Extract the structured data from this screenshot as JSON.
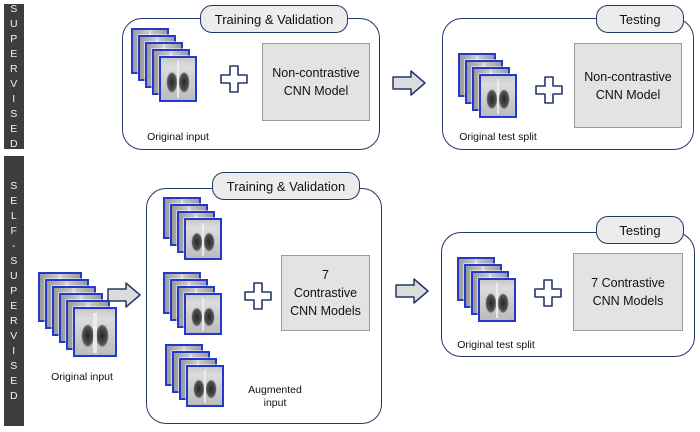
{
  "sidebars": {
    "supervised": [
      "S",
      "U",
      "P",
      "E",
      "R",
      "V",
      "I",
      "S",
      "E",
      "D"
    ],
    "self_supervised": [
      "S",
      "E",
      "L",
      "F",
      "-",
      "S",
      "U",
      "P",
      "E",
      "R",
      "V",
      "I",
      "S",
      "E",
      "D"
    ]
  },
  "supervised": {
    "train": {
      "header": "Training & Validation",
      "model": "Non-contrastive\nCNN Model",
      "caption": "Original input"
    },
    "test": {
      "header": "Testing",
      "model": "Non-contrastive\nCNN Model",
      "caption": "Original test split"
    }
  },
  "self_supervised": {
    "input_caption": "Original input",
    "train": {
      "header": "Training & Validation",
      "model": "7\nContrastive\nCNN Models",
      "aug_caption": "Augmented\ninput"
    },
    "test": {
      "header": "Testing",
      "model": "7 Contrastive\nCNN Models",
      "caption": "Original test split"
    }
  },
  "colors": {
    "box_border": "#24376a",
    "xray_border": "#2339c9",
    "sidebar": "#3d3d3d",
    "model_fill": "#e3e3e3",
    "arrow_fill": "#dcdcdc"
  },
  "icons": {
    "plus": "plus-icon",
    "arrow": "right-arrow-icon",
    "image": "chest-xray-image"
  }
}
